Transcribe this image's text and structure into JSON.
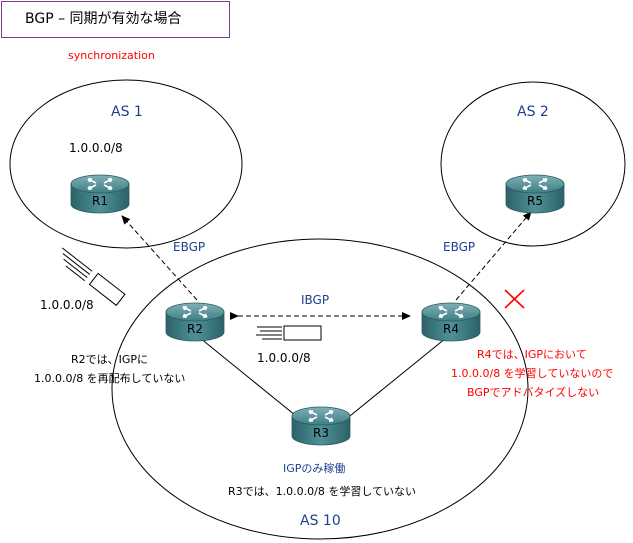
{
  "title": "BGP – 同期が有効な場合",
  "subtitle": "synchronization",
  "as_labels": {
    "as1": "AS 1",
    "as2": "AS 2",
    "as10": "AS 10"
  },
  "routers": {
    "r1": "R1",
    "r2": "R2",
    "r3": "R3",
    "r4": "R4",
    "r5": "R5"
  },
  "links": {
    "ebgp_left": "EBGP",
    "ebgp_right": "EBGP",
    "ibgp": "IBGP"
  },
  "prefix": {
    "as1": "1.0.0.0/8",
    "ebgp_update": "1.0.0.0/8",
    "ibgp_update": "1.0.0.0/8"
  },
  "notes": {
    "r2_line1": "R2では、IGPに",
    "r2_line2": "1.0.0.0/8 を再配布していない",
    "r3_igp": "IGPのみ稼働",
    "r3_note": "R3では、1.0.0.0/8 を学習していない",
    "r4_line1": "R4では、IGPにおいて",
    "r4_line2": "1.0.0.0/8 を学習していないので",
    "r4_line3": "BGPでアドバタイズしない"
  },
  "icons": {
    "router": "router-icon",
    "update": "update-packet-icon",
    "blocked": "x-mark-icon"
  },
  "colors": {
    "blue_text": "#1f3f8f",
    "red_text": "#ff0000",
    "router_body": "#3f7f86",
    "title_border": "#7a3d8c"
  }
}
